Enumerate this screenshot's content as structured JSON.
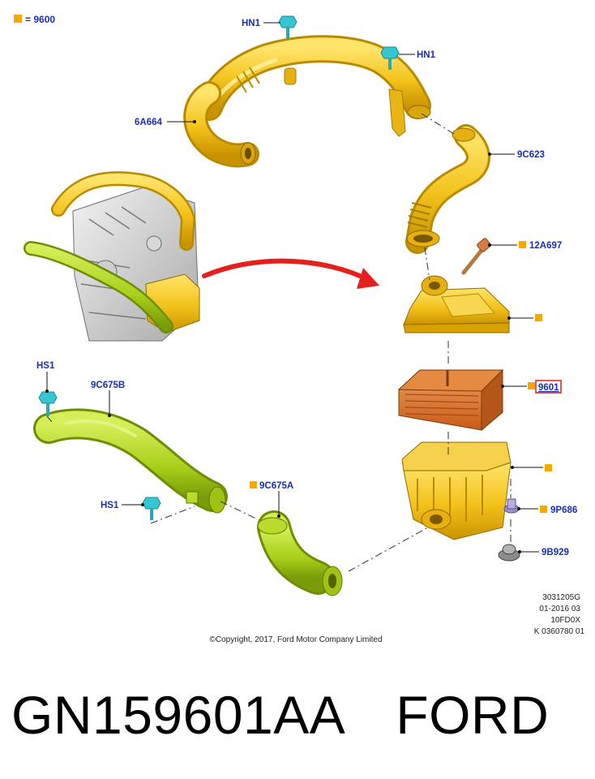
{
  "legend": {
    "swatch_color": "#f5a800",
    "text": "= 9600"
  },
  "callouts": {
    "hn1_top": "HN1",
    "hn1_right": "HN1",
    "c6a664": "6A664",
    "c9c623": "9C623",
    "c12a697": "12A697",
    "c9601": "9601",
    "hs1_top": "HS1",
    "c9c675b": "9C675B",
    "c9c675a": "9C675A",
    "hs1_bottom": "HS1",
    "c9p686": "9P686",
    "c9b929": "9B929"
  },
  "meta_block": [
    "3031205G",
    "01-2016 03",
    "10FD0X",
    "K 0360780 01"
  ],
  "copyright": "©Copyright, 2017, Ford Motor Company Limited",
  "caption": {
    "part_number": "GN159601AA",
    "brand": "FORD"
  },
  "colors": {
    "label_blue": "#1a2fb0",
    "part_yellow": "#f2c21a",
    "part_green": "#a8cf1a",
    "filter_orange": "#e0782a",
    "fastener_cyan": "#35c6d2",
    "arrow_red": "#e3201b",
    "highlight_red": "#d81e1e"
  }
}
